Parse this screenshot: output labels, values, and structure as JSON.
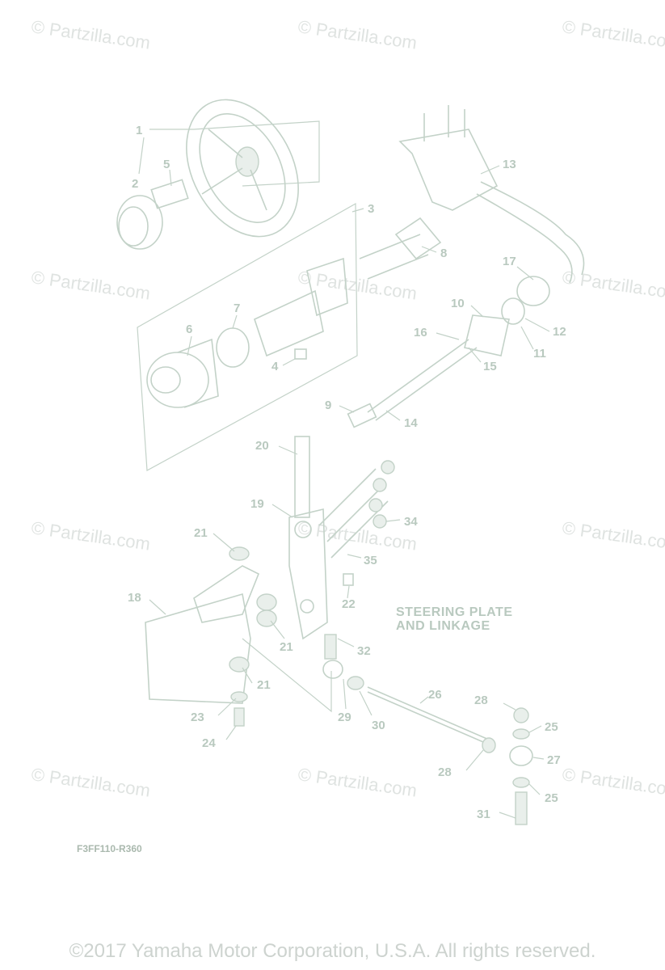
{
  "watermark": "© Partzilla.com",
  "diagram_title_line1": "STEERING PLATE",
  "diagram_title_line2": "AND LINKAGE",
  "diagram_code": "F3FF110-R360",
  "copyright": "©2017 Yamaha Motor Corporation, U.S.A. All rights reserved.",
  "callouts": [
    "1",
    "2",
    "3",
    "4",
    "5",
    "6",
    "7",
    "8",
    "9",
    "10",
    "11",
    "12",
    "13",
    "14",
    "15",
    "16",
    "17",
    "18",
    "19",
    "20",
    "21",
    "21",
    "21",
    "22",
    "23",
    "24",
    "25",
    "25",
    "26",
    "27",
    "28",
    "28",
    "29",
    "30",
    "31",
    "32",
    "34",
    "35"
  ]
}
